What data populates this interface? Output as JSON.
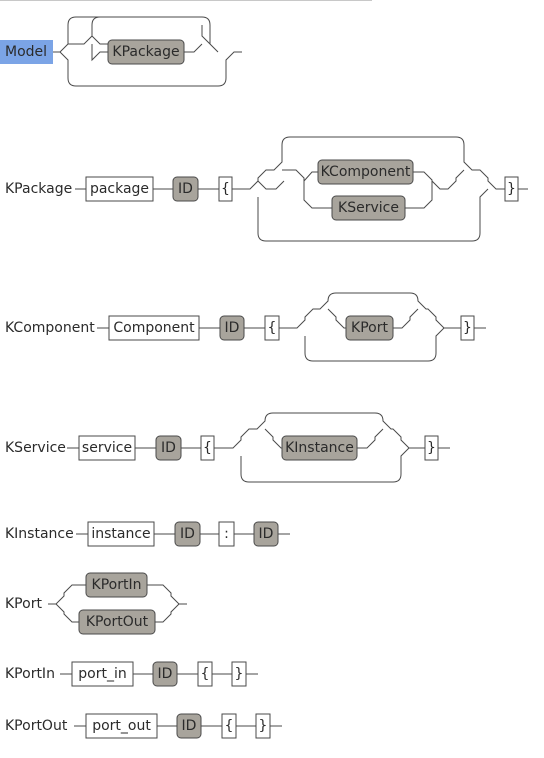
{
  "rules": [
    {
      "name": "Model",
      "selected": true,
      "items": [
        "KPackage"
      ]
    },
    {
      "name": "KPackage",
      "items": [
        "package",
        "ID",
        "{",
        "KComponent",
        "KService",
        "}"
      ]
    },
    {
      "name": "KComponent",
      "items": [
        "Component",
        "ID",
        "{",
        "KPort",
        "}"
      ]
    },
    {
      "name": "KService",
      "items": [
        "service",
        "ID",
        "{",
        "KInstance",
        "}"
      ]
    },
    {
      "name": "KInstance",
      "items": [
        "instance",
        "ID",
        ":",
        "ID"
      ]
    },
    {
      "name": "KPort",
      "items": [
        "KPortIn",
        "KPortOut"
      ]
    },
    {
      "name": "KPortIn",
      "items": [
        "port_in",
        "ID",
        "{",
        "}"
      ]
    },
    {
      "name": "KPortOut",
      "items": [
        "port_out",
        "ID",
        "{",
        "}"
      ]
    }
  ],
  "colors": {
    "selection": "#7ba4e6",
    "nonterminal": "#a8a49c",
    "line": "#4a4a4a"
  }
}
